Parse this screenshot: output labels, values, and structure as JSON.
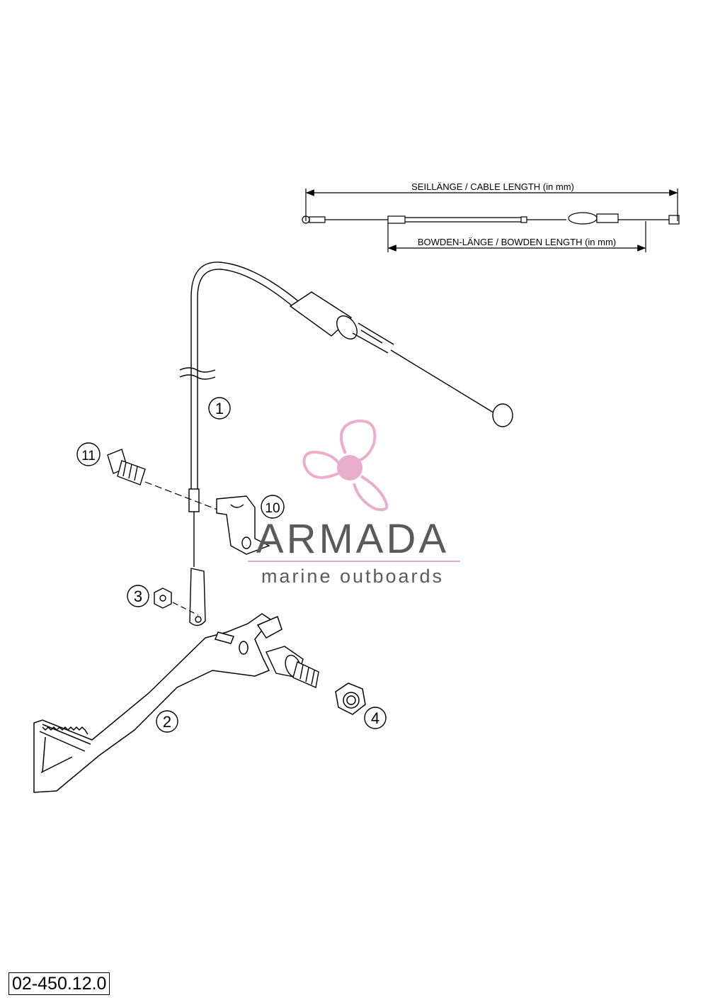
{
  "cable_length_label": "SEILLÄNGE / CABLE LENGTH    (in mm)",
  "bowden_length_label": "BOWDEN-LÄNGE / BOWDEN LENGTH    (in mm)",
  "callouts": {
    "c1": "1",
    "c2": "2",
    "c3": "3",
    "c4": "4",
    "c10": "10",
    "c11": "11"
  },
  "watermark": {
    "title": "ARMADA",
    "subtitle": "marine outboards",
    "brand_pink": "#e8a6c8",
    "grey": "#5a5a5a"
  },
  "part_number": "02-450.12.0"
}
